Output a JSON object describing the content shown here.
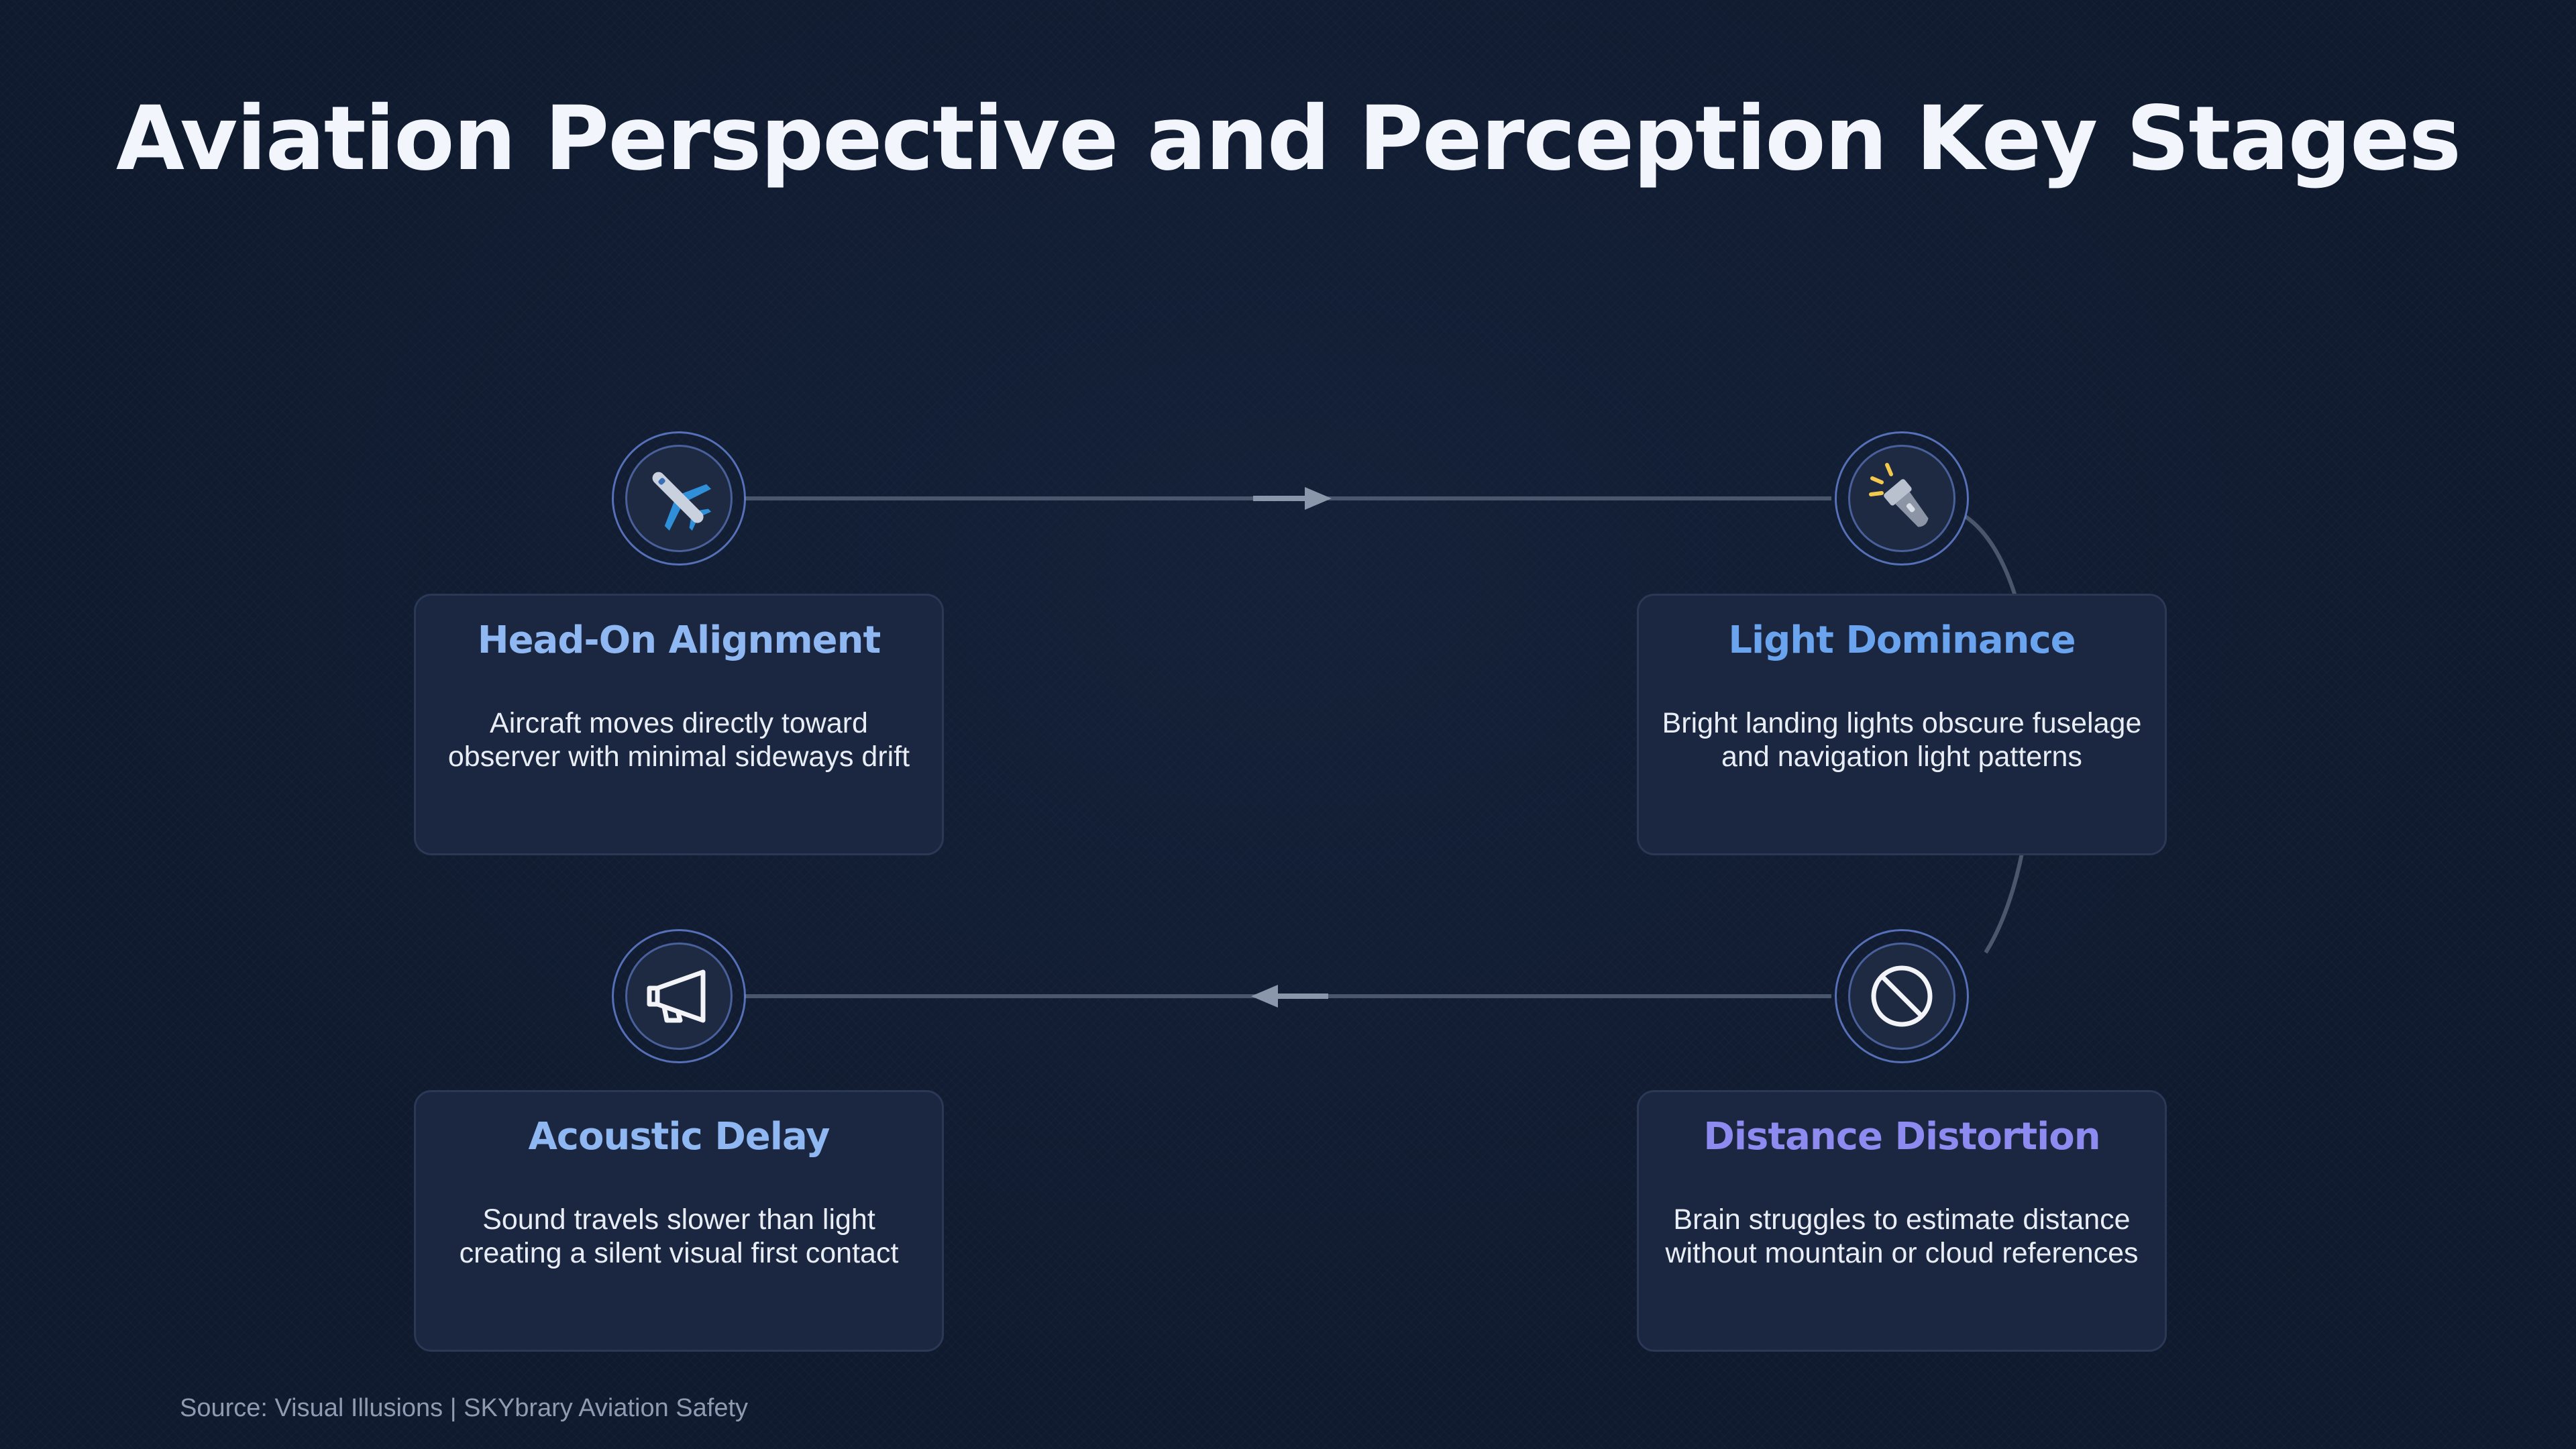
{
  "title": "Aviation Perspective and Perception Key Stages",
  "source": "Source: Visual Illusions | SKYbrary Aviation Safety",
  "colors": {
    "background": "#0f1a2e",
    "card": "#1b2740",
    "connector": "#4a566b",
    "arrow": "#8a96aa",
    "heading_light_blue": "#8fb7f2",
    "heading_blue": "#6aa4ee",
    "heading_violet": "#8d8bf0"
  },
  "stages": [
    {
      "title": "Head-On Alignment",
      "description_lines": [
        "Aircraft moves directly toward",
        "observer with minimal sideways drift"
      ],
      "icon": "airplane-icon",
      "title_color": "#8fb7f2"
    },
    {
      "title": "Light Dominance",
      "description_lines": [
        "Bright landing lights obscure fuselage",
        "and navigation light patterns"
      ],
      "icon": "flashlight-icon",
      "title_color": "#6aa4ee"
    },
    {
      "title": "Distance Distortion",
      "description_lines": [
        "Brain struggles to estimate distance",
        "without mountain or cloud references"
      ],
      "icon": "prohibited-icon",
      "title_color": "#8d8bf0"
    },
    {
      "title": "Acoustic Delay",
      "description_lines": [
        "Sound travels slower than light",
        "creating a silent visual first contact"
      ],
      "icon": "megaphone-icon",
      "title_color": "#8fb7f2"
    }
  ]
}
